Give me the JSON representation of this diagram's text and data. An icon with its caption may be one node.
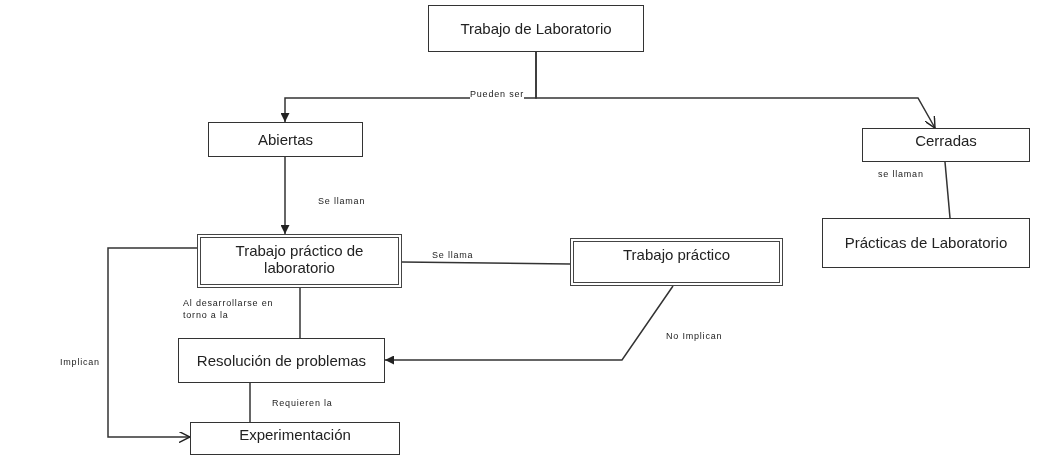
{
  "diagram": {
    "nodes": [
      {
        "text": [
          "Trabajo de Laboratorio"
        ]
      },
      {
        "text": [
          "Abiertas"
        ]
      },
      {
        "text": [
          "Cerradas"
        ]
      },
      {
        "text": [
          "Prácticas de Laboratorio"
        ]
      },
      {
        "text": [
          "Trabajo práctico de laboratorio"
        ]
      },
      {
        "text": [
          "Trabajo práctico"
        ]
      },
      {
        "text": [
          "Resolución de problemas"
        ]
      },
      {
        "text": [
          "Experimentación"
        ]
      }
    ],
    "edges": [
      {
        "from": 0,
        "to": 1,
        "arrow": "to",
        "label": "Pueden ser"
      },
      {
        "from": 0,
        "to": 2,
        "arrow": "to"
      },
      {
        "from": 1,
        "to": 4,
        "arrow": "to",
        "label": "Se llaman"
      },
      {
        "from": 2,
        "to": 3,
        "arrow": "none",
        "label": "se llaman"
      },
      {
        "from": 4,
        "to": 5,
        "arrow": "none",
        "label": "Se llama"
      },
      {
        "from": 4,
        "to": 6,
        "arrow": "none",
        "label": "Al desarrollarse en torno a la"
      },
      {
        "from": 5,
        "to": 6,
        "arrow": "to",
        "label": "No Implican"
      },
      {
        "from": 6,
        "to": 7,
        "arrow": "none",
        "label": "Requieren la"
      },
      {
        "from": 4,
        "to": 7,
        "arrow": "to",
        "label": "Implican"
      }
    ]
  }
}
